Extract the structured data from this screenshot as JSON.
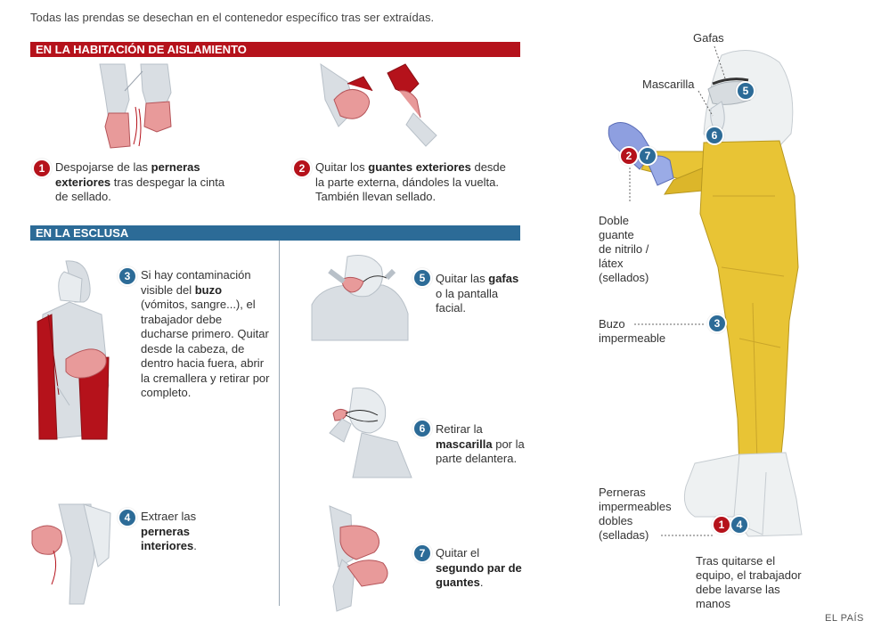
{
  "intro": "Todas las prendas se desechan en el contenedor específico tras ser extraídas.",
  "sections": {
    "isolation": "EN LA HABITACIÓN DE AISLAMIENTO",
    "airlock": "EN LA ESCLUSA"
  },
  "steps": [
    {
      "num": "1",
      "parts": [
        {
          "t": "Despojarse de las "
        },
        {
          "t": "perneras",
          "b": true
        },
        {
          "t": " "
        },
        {
          "t": "exteriores",
          "b": true
        },
        {
          "t": " tras despegar la cinta de sellado."
        }
      ]
    },
    {
      "num": "2",
      "parts": [
        {
          "t": "Quitar los "
        },
        {
          "t": "guantes exteriores",
          "b": true
        },
        {
          "t": " desde la parte externa, dándoles la vuelta. También llevan sellado."
        }
      ]
    },
    {
      "num": "3",
      "parts": [
        {
          "t": "Si hay contaminación visible del "
        },
        {
          "t": "buzo",
          "b": true
        },
        {
          "t": " (vómitos, sangre...), el trabajador debe ducharse primero. Quitar desde la cabeza, de dentro hacia fuera, abrir la cremallera y retirar por completo."
        }
      ]
    },
    {
      "num": "4",
      "parts": [
        {
          "t": "Extraer las "
        },
        {
          "t": "perneras interiores",
          "b": true
        },
        {
          "t": "."
        }
      ]
    },
    {
      "num": "5",
      "parts": [
        {
          "t": "Quitar las "
        },
        {
          "t": "gafas",
          "b": true
        },
        {
          "t": " o la pantalla facial."
        }
      ]
    },
    {
      "num": "6",
      "parts": [
        {
          "t": "Retirar la "
        },
        {
          "t": "mascarilla",
          "b": true
        },
        {
          "t": " por la parte delantera."
        }
      ]
    },
    {
      "num": "7",
      "parts": [
        {
          "t": "Quitar el "
        },
        {
          "t": "segundo par de guantes",
          "b": true
        },
        {
          "t": "."
        }
      ]
    }
  ],
  "suit_labels": {
    "gafas": "Gafas",
    "mascarilla": "Mascarilla",
    "guante_l1": "Doble",
    "guante_l2": "guante",
    "guante_l3": "de nitrilo /",
    "guante_l4": "látex",
    "guante_l5": "(sellados)",
    "buzo_l1": "Buzo",
    "buzo_l2": "impermeable",
    "perneras_l1": "Perneras",
    "perneras_l2": "impermeables",
    "perneras_l3": "dobles",
    "perneras_l4": "(selladas)",
    "lavarse_l1": "Tras quitarse el",
    "lavarse_l2": "equipo, el trabajador",
    "lavarse_l3": "debe lavarse las",
    "lavarse_l4": "manos"
  },
  "suit_badges": {
    "b5": "5",
    "b6": "6",
    "b2": "2",
    "b7": "7",
    "b3": "3",
    "b1": "1",
    "b4": "4"
  },
  "credit": "EL PAÍS",
  "colors": {
    "red": "#b5121b",
    "blue": "#2c6b97",
    "suit": "#e8c435",
    "figure_gray": "#d9dee3",
    "garment_pink": "#e89a9a"
  }
}
